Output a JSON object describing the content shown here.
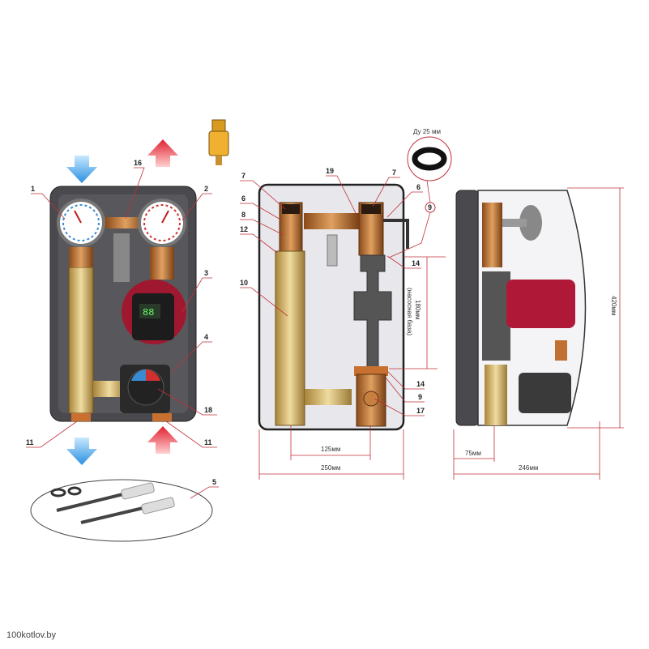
{
  "diagram": {
    "front_view_labels": [
      "1",
      "16",
      "2",
      "3",
      "4",
      "18",
      "11",
      "11",
      "5"
    ],
    "section_view_labels": [
      "7",
      "19",
      "7",
      "6",
      "6",
      "8",
      "12",
      "9",
      "14",
      "10",
      "14",
      "9",
      "17"
    ],
    "dimensions": {
      "gasket": "Ду 25 мм",
      "pump_base": "180мм",
      "pump_base_note": "(насосная база)",
      "axis_spacing": "125мм",
      "width": "250мм",
      "wall_offset": "75мм",
      "depth": "246мм",
      "height": "420мм"
    },
    "pump_display": "88",
    "watermark": "100kotlov.by",
    "colors": {
      "leader": "#c0303a",
      "flow_in": "#3aa0e0",
      "flow_out": "#e03040",
      "brass": "#c8913a",
      "housing": "#4a4a4e"
    }
  }
}
